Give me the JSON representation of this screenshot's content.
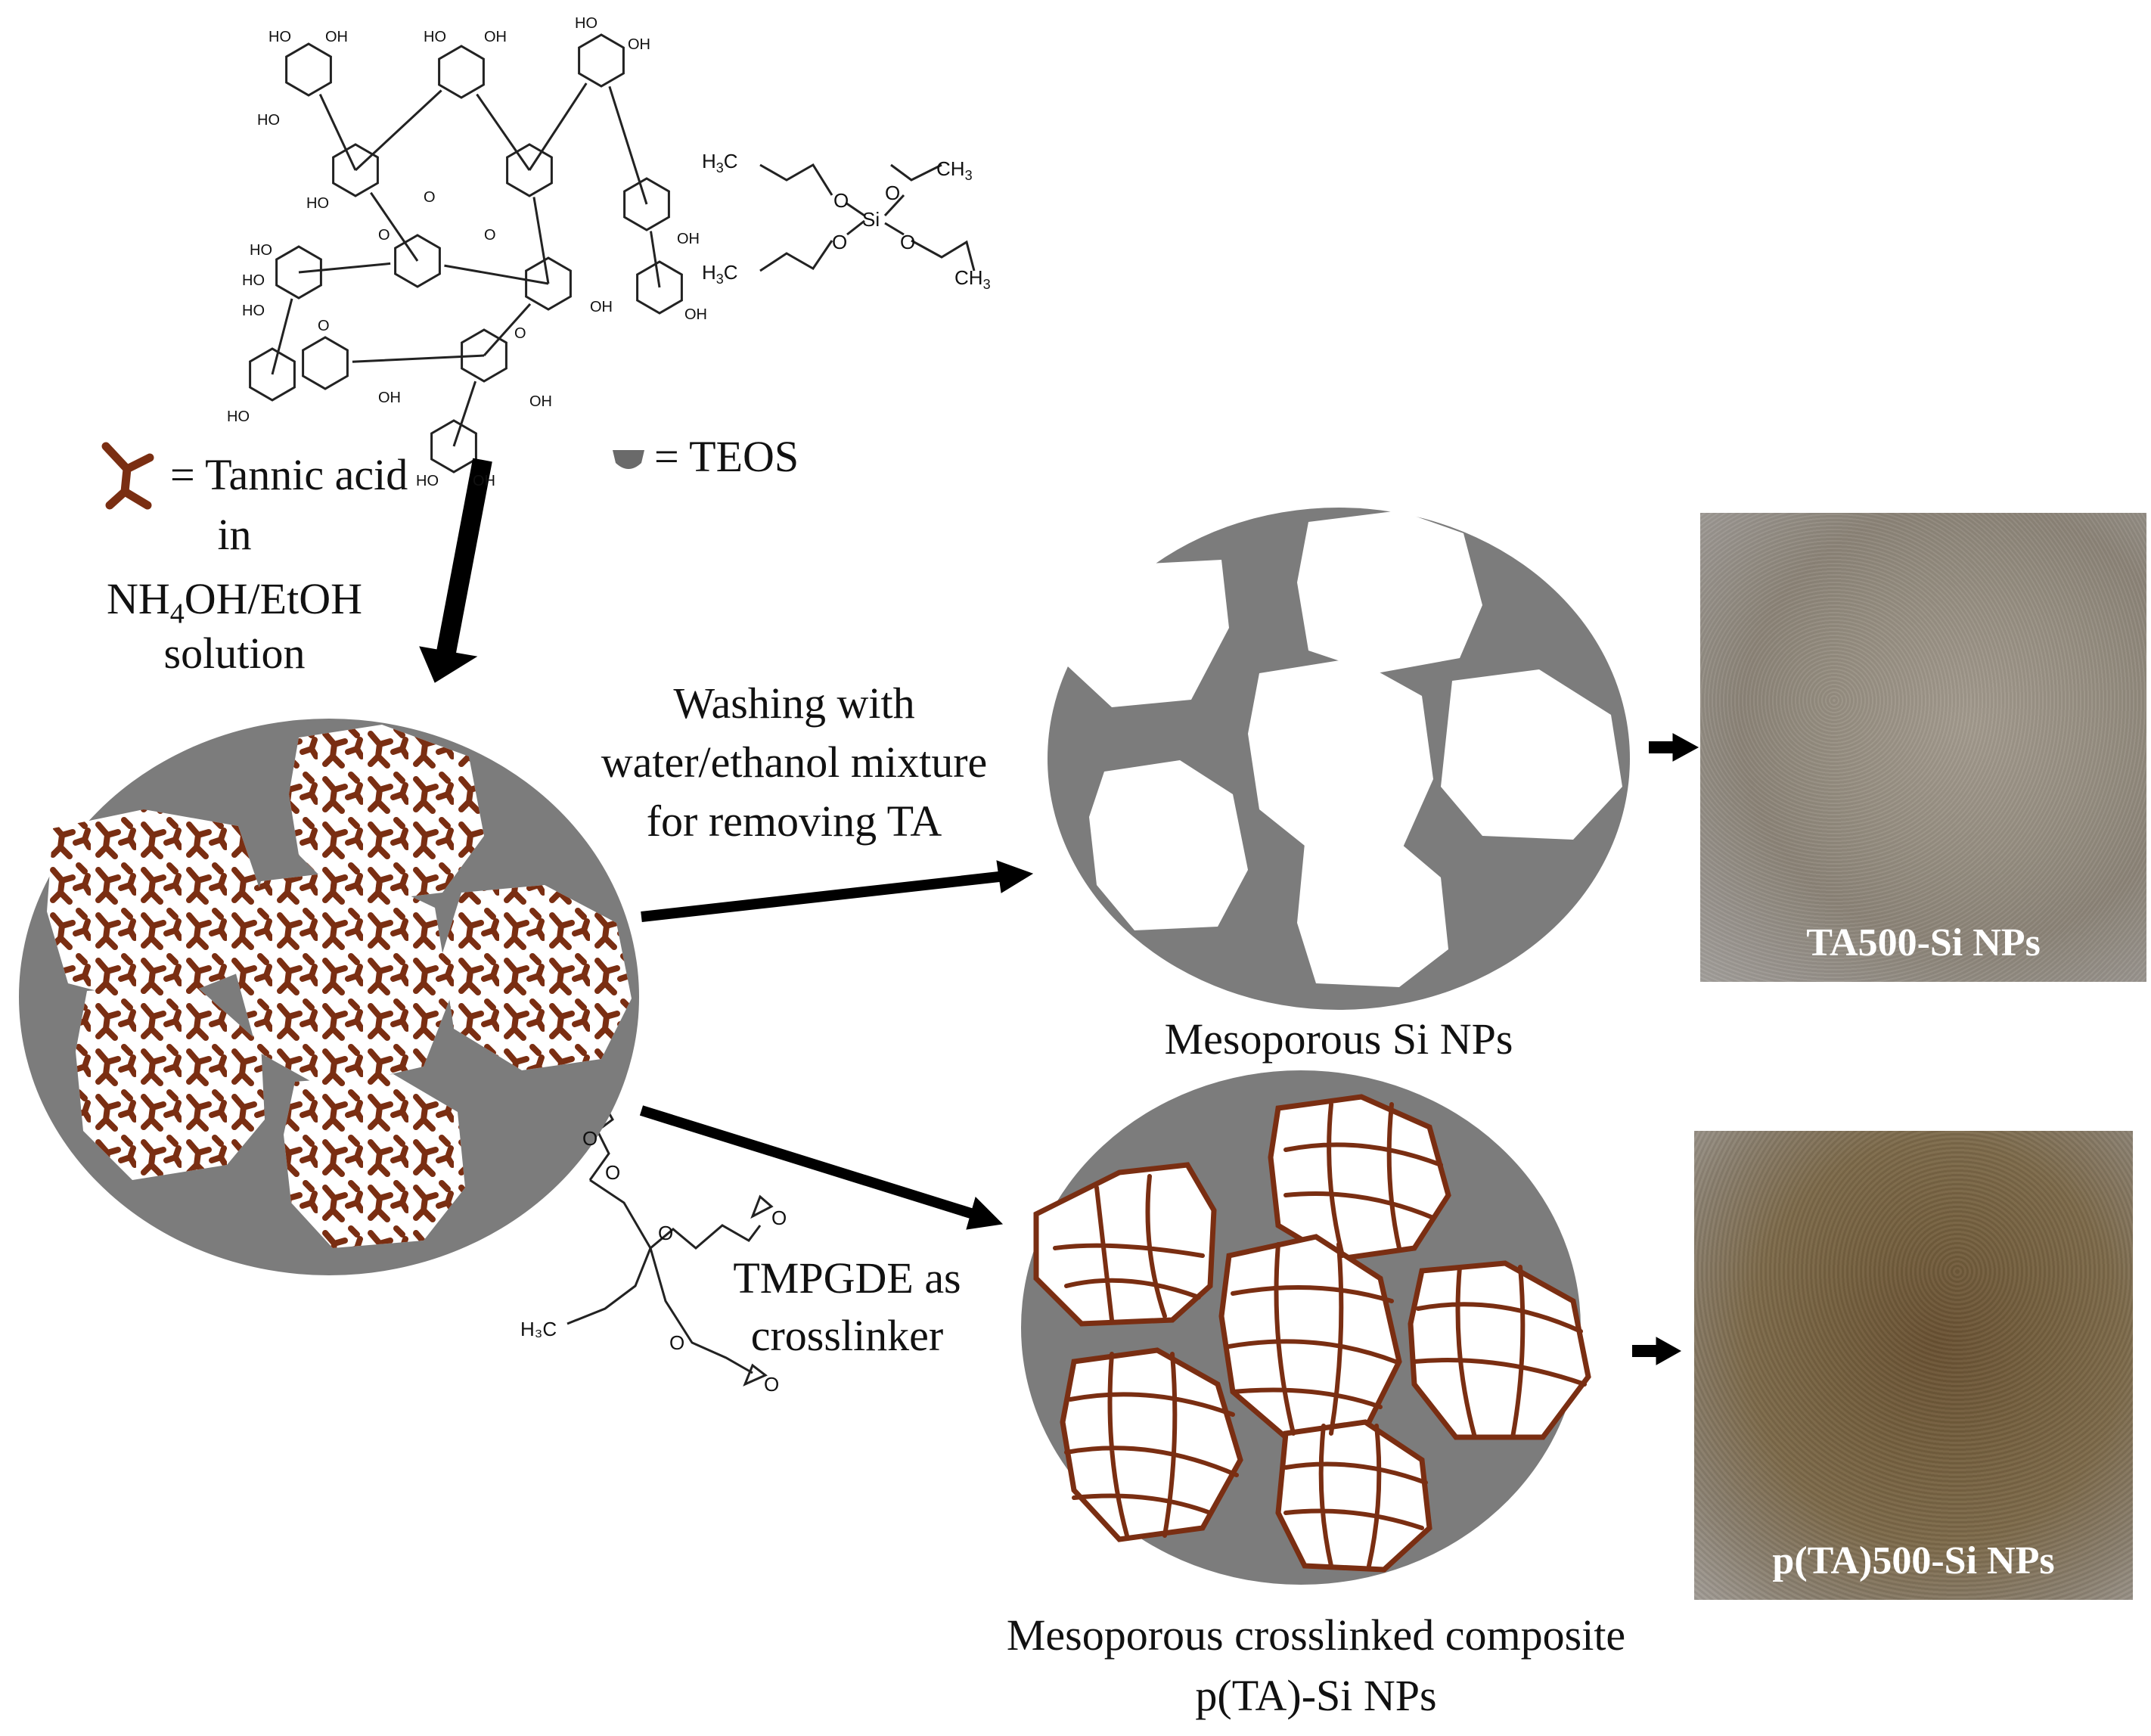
{
  "legend": {
    "tannic": "= Tannic acid",
    "teos": "= TEOS"
  },
  "solution": {
    "line1": "in",
    "line2_a": "NH",
    "line2_sub": "4",
    "line2_b": "OH/EtOH",
    "line3": "solution"
  },
  "washing": {
    "line1": "Washing with",
    "line2": "water/ethanol mixture",
    "line3": "for removing TA"
  },
  "crosslinker": {
    "line1": "TMPGDE as",
    "line2": "crosslinker"
  },
  "captions": {
    "mesoporous": "Mesoporous Si NPs",
    "composite_line1": "Mesoporous crosslinked composite",
    "composite_line2": "p(TA)-Si NPs"
  },
  "photos": {
    "top_label": "TA500-Si NPs",
    "bottom_label": "p(TA)500-Si NPs"
  },
  "teos_structure": {
    "h3c_a": "H",
    "h3c_sub": "3",
    "h3c_c": "C",
    "ch3_a": "CH",
    "ch3_sub": "3",
    "o": "O",
    "si": "Si"
  },
  "tmpgde_structure": {
    "o": "O",
    "h3c": "H₃C"
  },
  "ta_structure": {
    "ho": "HO",
    "oh": "OH",
    "o": "O"
  },
  "colors": {
    "gray": "#7c7c7c",
    "brown": "#7a2e12",
    "arrow": "#000000"
  }
}
